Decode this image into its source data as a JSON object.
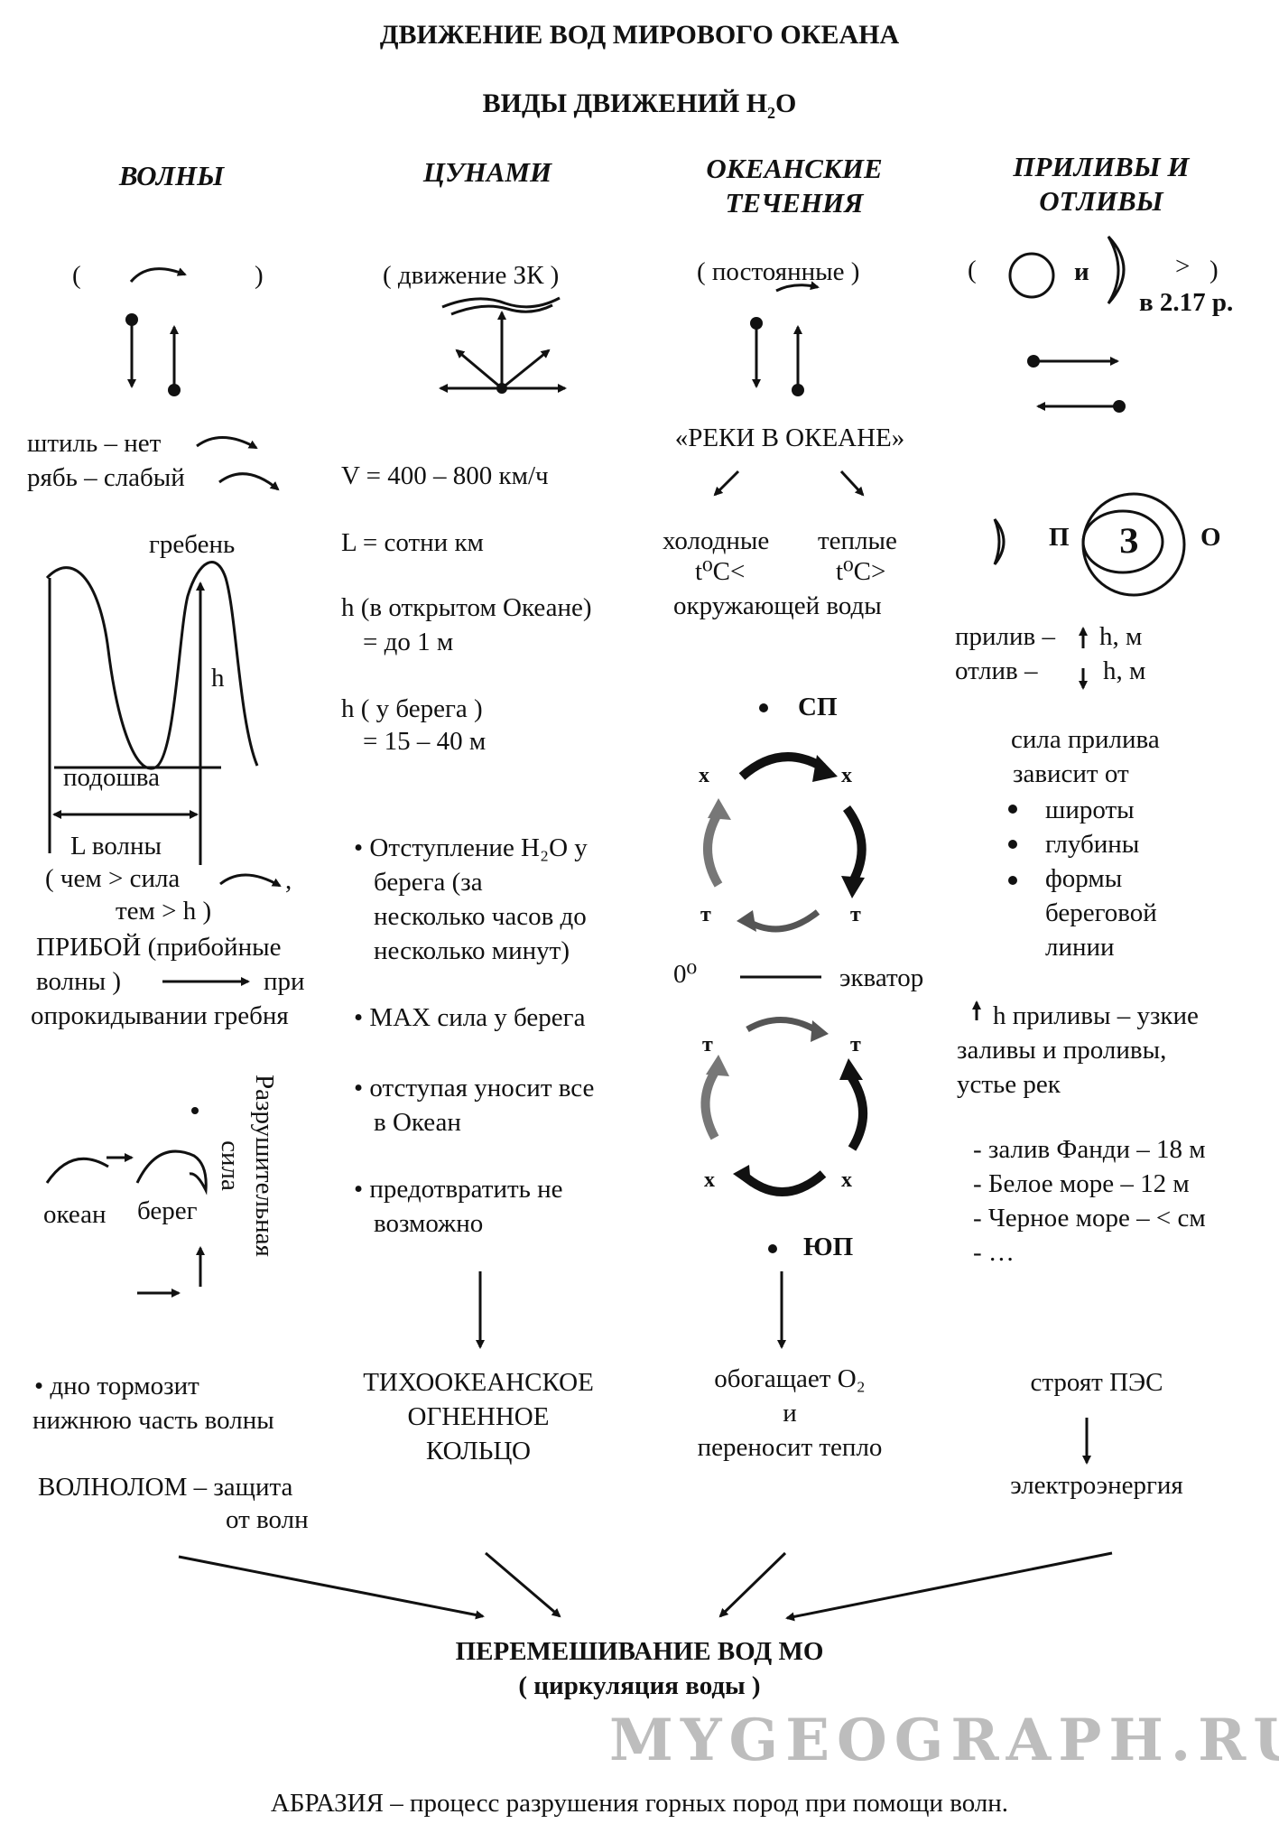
{
  "title": "ДВИЖЕНИЕ ВОД МИРОВОГО ОКЕАНА",
  "subtitle_main": "ВИДЫ ДВИЖЕНИЙ H",
  "subtitle_sub": "2",
  "subtitle_end": "O",
  "columns": {
    "waves": {
      "header": "ВОЛНЫ",
      "paren_open": "(",
      "paren_close": ")",
      "calm": "штиль – нет",
      "ripple": "рябь – слабый",
      "crest": "гребень",
      "h": "h",
      "trough": "подошва",
      "length": "L  волны",
      "rule_1": "( чем  > сила",
      "rule_comma": ",",
      "rule_2": "тем  > h )",
      "surf_1": "ПРИБОЙ (прибойные",
      "surf_2a": "волны )",
      "surf_2b": "при",
      "surf_3": "опрокидывании гребня",
      "ocean": "океан",
      "shore": "берег",
      "destructive_1": "Разрушительная",
      "destructive_2": "сила",
      "bottom_1": "• дно тормозит",
      "bottom_2": "нижнюю часть волны",
      "breakwater_1": "ВОЛНОЛОМ – защита",
      "breakwater_2": "от волн"
    },
    "tsunami": {
      "header": "ЦУНАМИ",
      "cause": "( движение ЗК )",
      "speed": "V = 400 – 800 км/ч",
      "length": "L = сотни км",
      "h_open_1": "h (в открытом Океане)",
      "h_open_2": "=  до 1 м",
      "h_shore_1": "h ( у берега )",
      "h_shore_2": "=   15 – 40 м",
      "bullets": [
        [
          "• Отступление H₂O у",
          "берега (за",
          "несколько часов до",
          "несколько минут)"
        ],
        [
          "• MAX сила у берега"
        ],
        [
          "• отступая уносит все",
          "в Океан"
        ],
        [
          "• предотвратить не",
          "возможно"
        ]
      ],
      "result_1": "ТИХООКЕАНСКОЕ",
      "result_2": "ОГНЕННОЕ",
      "result_3": "КОЛЬЦО"
    },
    "currents": {
      "header_1": "ОКЕАНСКИЕ",
      "header_2": "ТЕЧЕНИЯ",
      "kind": "( постоянные )",
      "rivers": "«РЕКИ В ОКЕАНЕ»",
      "cold": "холодные",
      "warm": "теплые",
      "cold_t": "t⁰C<",
      "warm_t": "t⁰C>",
      "surrounding": "окружающей воды",
      "north_pole": "СП",
      "south_pole": "ЮП",
      "x": "x",
      "t": "т",
      "zero": "0⁰",
      "equator": "экватор",
      "result_1": "обогащает O₂",
      "result_2": "и",
      "result_3": "переносит тепло"
    },
    "tides": {
      "header_1": "ПРИЛИВЫ  И",
      "header_2": "ОТЛИВЫ",
      "paren_open": "(",
      "and": "и",
      "gt": ">",
      "paren_close": ")",
      "times": "в 2.17 р.",
      "p": "П",
      "earth": "З",
      "o": "О",
      "flow": "прилив –",
      "flow_h": "h, м",
      "ebb": "отлив –",
      "ebb_h": "h, м",
      "force_1": "сила прилива",
      "force_2": "зависит от",
      "factors": [
        "широты",
        "глубины",
        "формы",
        "береговой",
        "линии"
      ],
      "high_1": "h  приливы – узкие",
      "high_2": "заливы и проливы,",
      "high_3": "устье рек",
      "examples": [
        "- залив Фанди – 18 м",
        "- Белое море – 12 м",
        "- Черное море – < см",
        "- …"
      ],
      "result_1": "строят ПЭС",
      "result_2": "электроэнергия"
    }
  },
  "conclusion_1": "ПЕРЕМЕШИВАНИЕ ВОД МО",
  "conclusion_2": "( циркуляция воды )",
  "watermark": "MYGEOGRAPH.RU",
  "abrasion": "АБРАЗИЯ – процесс разрушения горных пород при помощи волн."
}
